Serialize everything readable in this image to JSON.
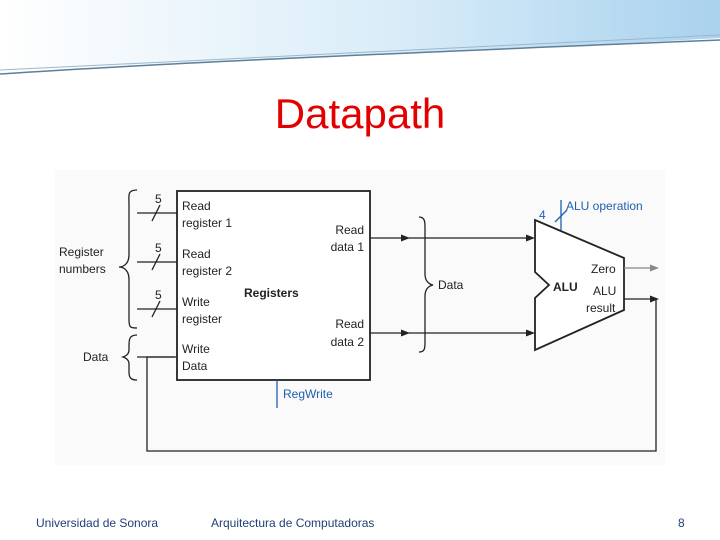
{
  "slide": {
    "title": "Datapath",
    "footer_left": "Universidad de Sonora",
    "footer_center": "Arquitectura de Computadoras",
    "page_number": "8"
  },
  "diagram": {
    "left_labels": {
      "register_numbers_1": "Register",
      "register_numbers_2": "numbers",
      "data": "Data"
    },
    "bus_widths": {
      "read1": "5",
      "read2": "5",
      "write": "5",
      "alu_op": "4"
    },
    "registers": {
      "name": "Registers",
      "read_register_1_a": "Read",
      "read_register_1_b": "register 1",
      "read_register_2_a": "Read",
      "read_register_2_b": "register 2",
      "write_register_a": "Write",
      "write_register_b": "register",
      "write_data_a": "Write",
      "write_data_b": "Data",
      "read_data_1_a": "Read",
      "read_data_1_b": "data 1",
      "read_data_2_a": "Read",
      "read_data_2_b": "data 2"
    },
    "data_label": "Data",
    "regwrite": "RegWrite",
    "alu": {
      "name": "ALU",
      "operation": "ALU operation",
      "zero": "Zero",
      "result_a": "ALU",
      "result_b": "result"
    },
    "colors": {
      "accent_blue": "#1f5fb0",
      "title_red": "#e30000",
      "footer_blue": "#1f3f75"
    }
  }
}
